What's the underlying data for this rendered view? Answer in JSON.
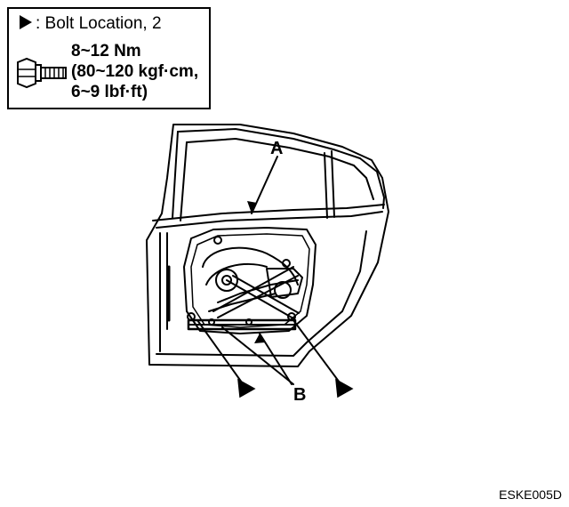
{
  "legend": {
    "bolt_location_text": ": Bolt Location, 2",
    "torque_line1": "8~12 Nm",
    "torque_line2": "(80~120 kgf·cm,",
    "torque_line3": "6~9 lbf·ft)"
  },
  "callouts": {
    "a": "A",
    "b": "B"
  },
  "figure_code": "ESKE005D"
}
